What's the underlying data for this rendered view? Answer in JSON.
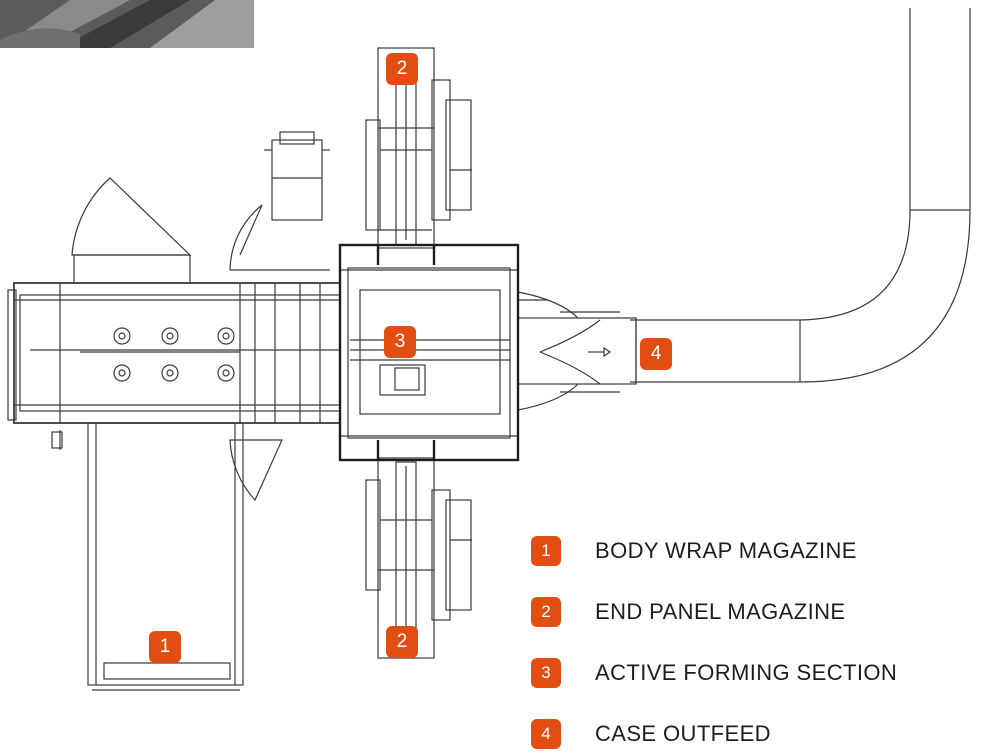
{
  "callouts": {
    "body_wrap_magazine": "1",
    "end_panel_magazine_top": "2",
    "end_panel_magazine_bottom": "2",
    "active_forming_section": "3",
    "case_outfeed": "4"
  },
  "legend": {
    "items": [
      {
        "number": "1",
        "label": "BODY WRAP MAGAZINE"
      },
      {
        "number": "2",
        "label": "END PANEL MAGAZINE"
      },
      {
        "number": "3",
        "label": "ACTIVE FORMING SECTION"
      },
      {
        "number": "4",
        "label": "CASE OUTFEED"
      }
    ]
  },
  "colors": {
    "badge": "#e24d12",
    "line": "#3a3a3a",
    "label_text": "#1d1d1b"
  }
}
